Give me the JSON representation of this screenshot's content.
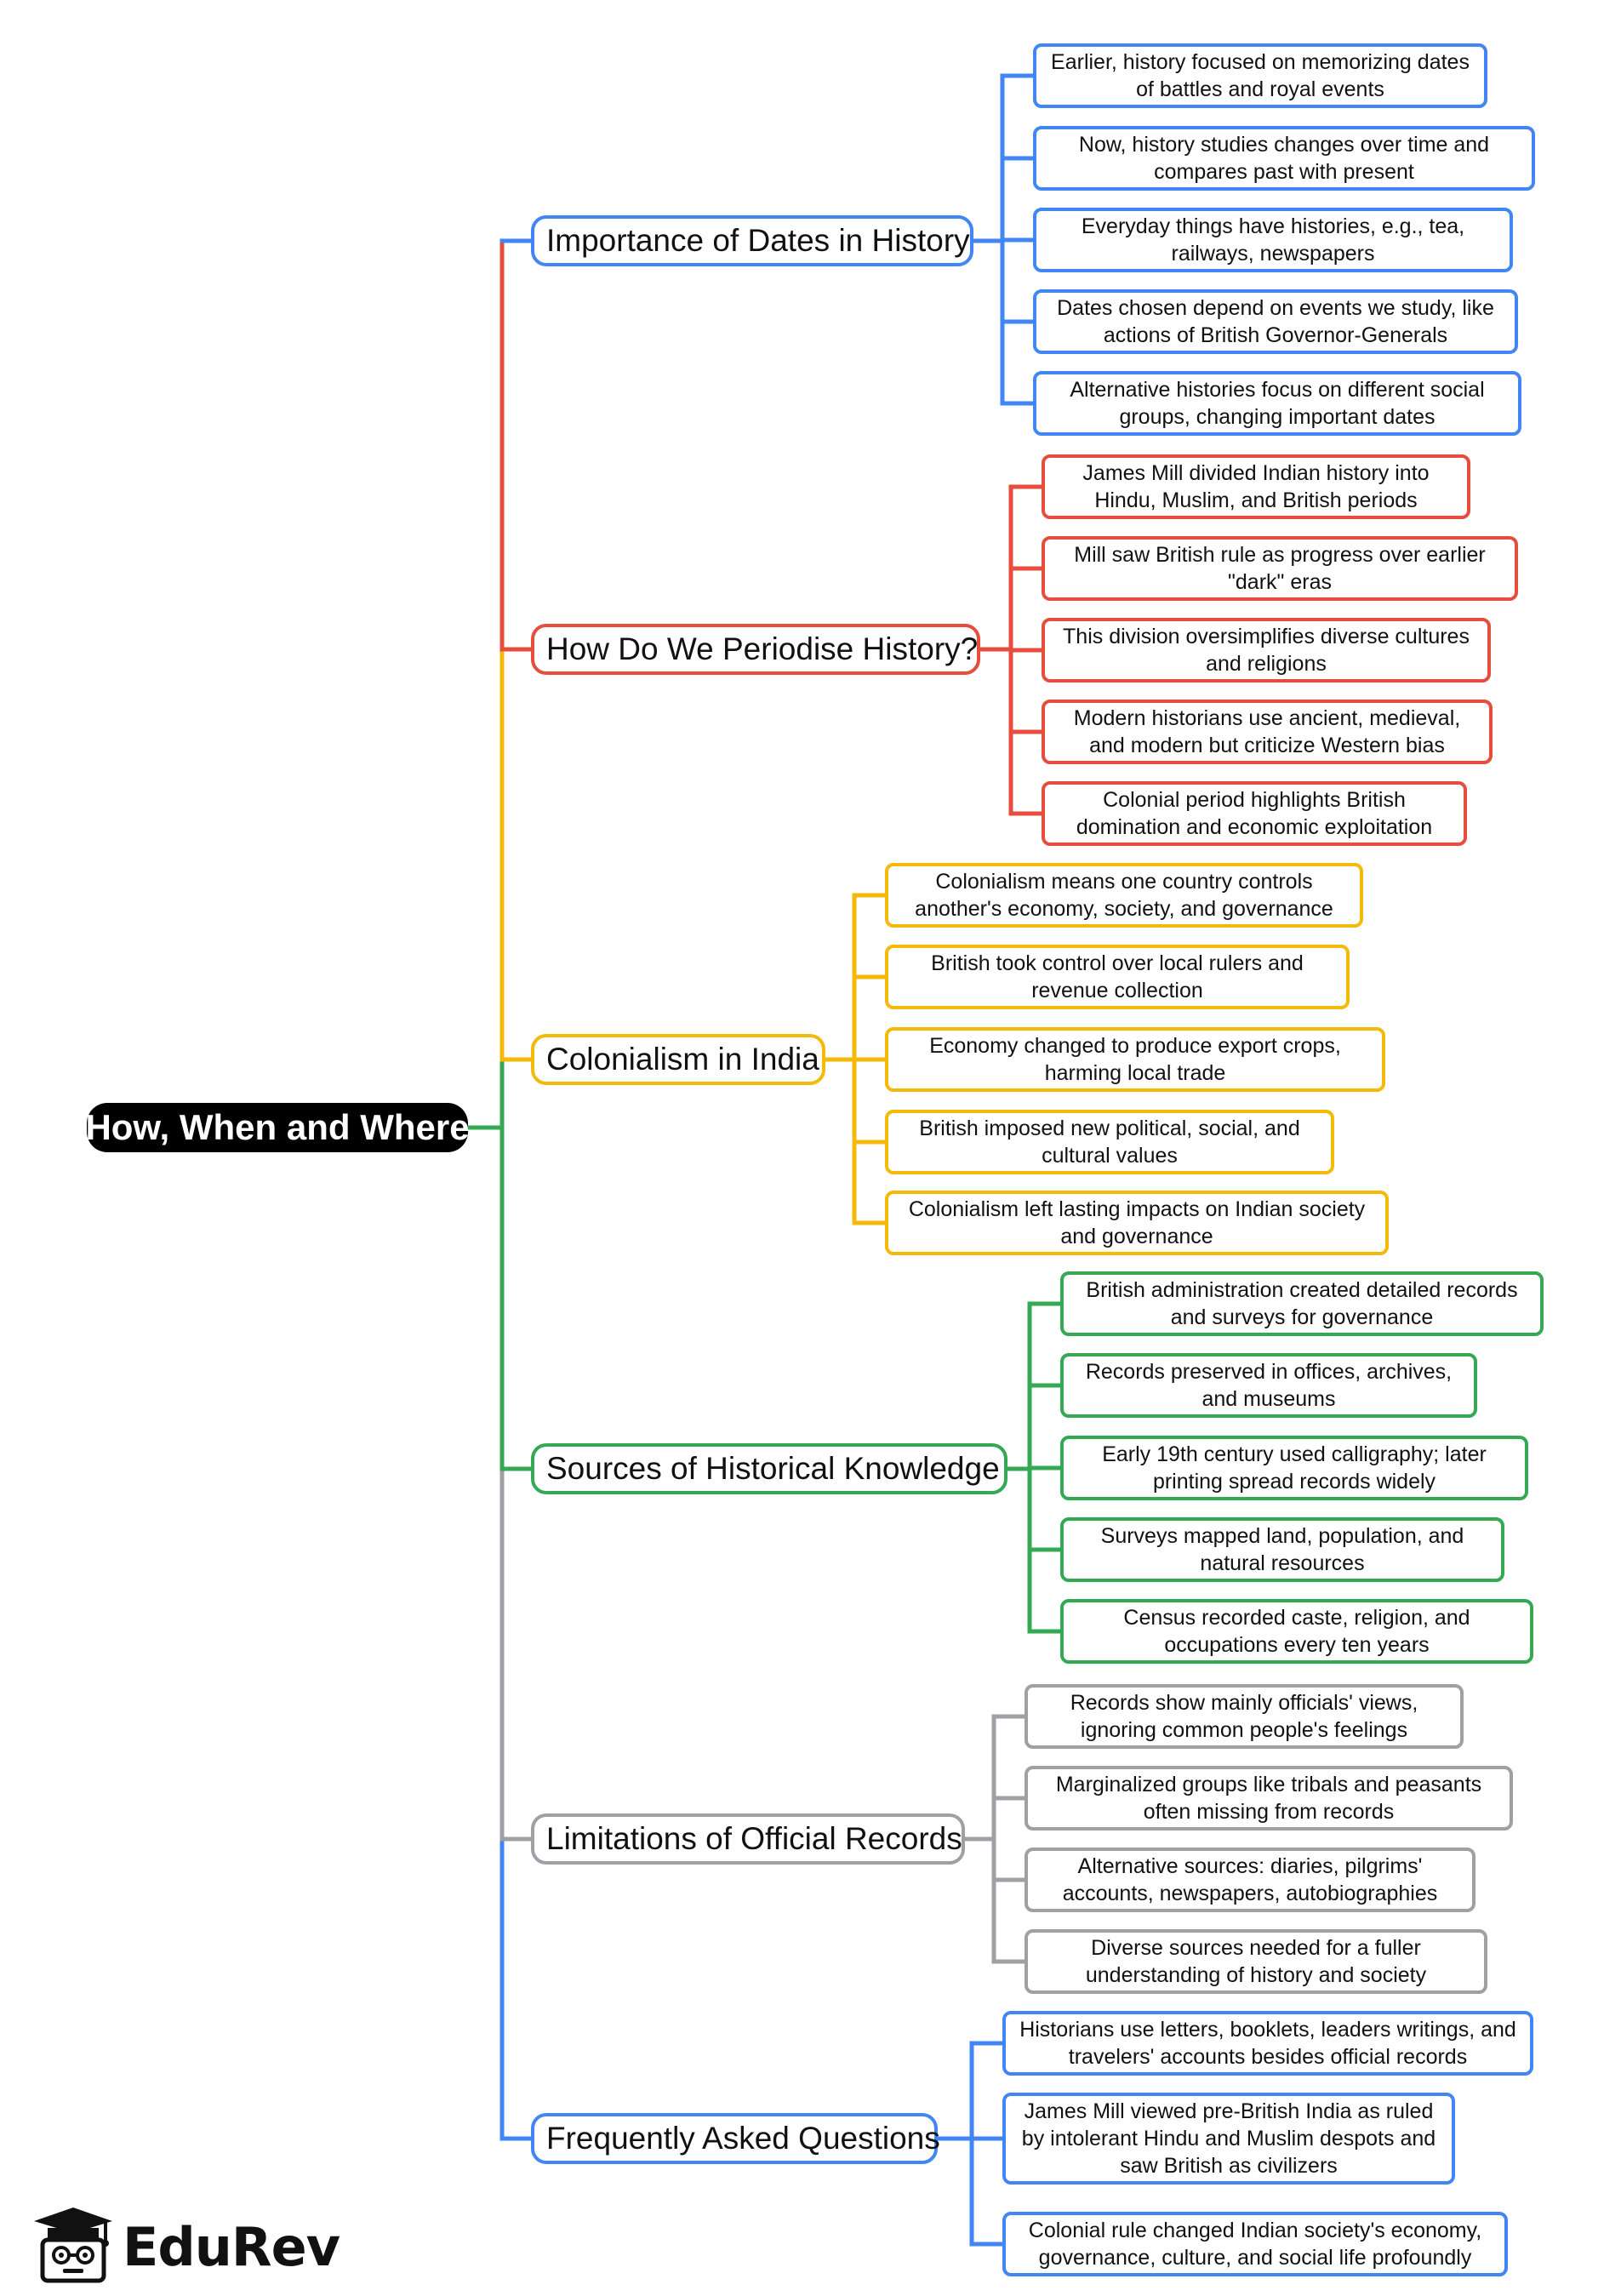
{
  "root": {
    "label": "How, When and Where"
  },
  "colors": {
    "blue": "#4285f4",
    "red": "#e74c3c",
    "yellow": "#f5b90a",
    "green": "#34a853",
    "gray": "#9ea0a6",
    "root_link": "#34a853"
  },
  "branches": [
    {
      "label": "Importance of Dates in History",
      "color": "blue",
      "leaves": [
        "Earlier, history focused on memorizing dates of battles and royal events",
        "Now, history studies changes over time and compares past with present",
        "Everyday things have histories, e.g., tea, railways, newspapers",
        "Dates chosen depend on events we study, like actions of British Governor-Generals",
        "Alternative histories focus on different social groups, changing important dates"
      ]
    },
    {
      "label": "How Do We Periodise History?",
      "color": "red",
      "leaves": [
        "James Mill divided Indian history into Hindu, Muslim, and British periods",
        "Mill saw British rule as progress over earlier \"dark\" eras",
        "This division oversimplifies diverse cultures and religions",
        "Modern historians use ancient, medieval, and modern but criticize Western bias",
        "Colonial period highlights British domination and economic exploitation"
      ]
    },
    {
      "label": "Colonialism in India",
      "color": "yellow",
      "leaves": [
        "Colonialism means one country controls another's economy, society, and governance",
        "British took control over local rulers and revenue collection",
        "Economy changed to produce export crops, harming local trade",
        "British imposed new political, social, and cultural values",
        "Colonialism left lasting impacts on Indian society and governance"
      ]
    },
    {
      "label": "Sources of Historical Knowledge",
      "color": "green",
      "leaves": [
        "British administration created detailed records and surveys for governance",
        "Records preserved in offices, archives, and museums",
        "Early 19th century used calligraphy; later printing spread records widely",
        "Surveys mapped land, population, and natural resources",
        "Census recorded caste, religion, and occupations every ten years"
      ]
    },
    {
      "label": "Limitations of Official Records",
      "color": "gray",
      "leaves": [
        "Records show mainly officials' views, ignoring common people's feelings",
        "Marginalized groups like tribals and peasants often missing from records",
        "Alternative sources: diaries, pilgrims' accounts, newspapers, autobiographies",
        "Diverse sources needed for a fuller understanding of history and society"
      ]
    },
    {
      "label": "Frequently Asked Questions",
      "color": "blue",
      "leaves": [
        "Historians use letters, booklets, leaders writings, and travelers' accounts besides official records",
        "James Mill viewed pre-British India as ruled by intolerant Hindu and Muslim despots and saw British as civilizers",
        "Colonial rule changed Indian society's economy, governance, culture, and social life profoundly"
      ]
    }
  ],
  "logo": {
    "brand": "EduRev",
    "icon": "graduation-cap-icon"
  }
}
